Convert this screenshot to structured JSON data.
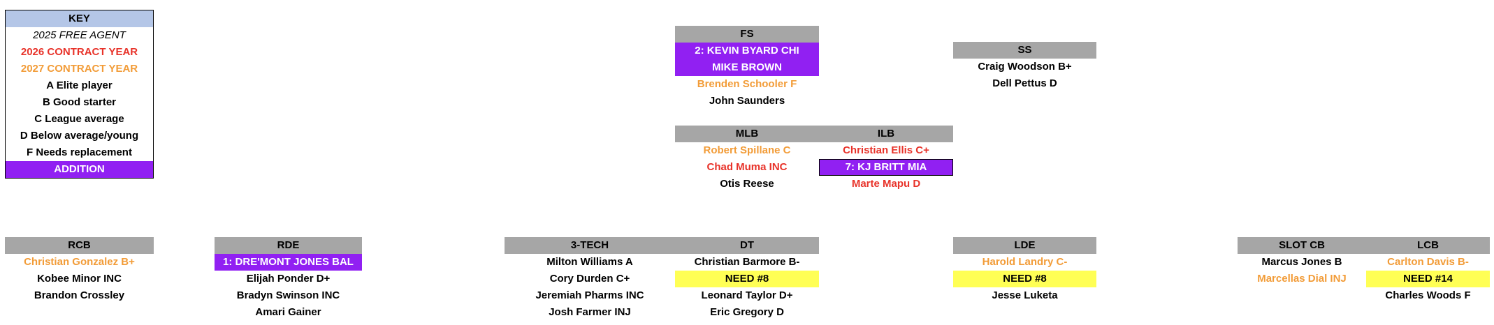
{
  "key": {
    "title": "KEY",
    "items": [
      {
        "text": "2025 FREE AGENT",
        "style": "italic"
      },
      {
        "text": "2026 CONTRACT YEAR",
        "style": "red"
      },
      {
        "text": "2027 CONTRACT YEAR",
        "style": "orange"
      },
      {
        "text": "A Elite player",
        "style": "black"
      },
      {
        "text": "B Good starter",
        "style": "black"
      },
      {
        "text": "C League average",
        "style": "black"
      },
      {
        "text": "D Below average/young",
        "style": "black"
      },
      {
        "text": "F Needs replacement",
        "style": "black"
      },
      {
        "text": "ADDITION",
        "style": "purple"
      }
    ]
  },
  "colors": {
    "header": "#a6a6a6",
    "addition": "#9120f2",
    "need": "#ffff55",
    "year2026": "#e8332a",
    "year2027": "#f29c38",
    "key_header": "#b4c6e7"
  },
  "positions": [
    {
      "id": "fs",
      "title": "FS",
      "players": [
        {
          "text": "2: KEVIN BYARD CHI",
          "style": "purple"
        },
        {
          "text": "MIKE BROWN",
          "style": "purple"
        },
        {
          "text": "Brenden Schooler F",
          "style": "orange"
        },
        {
          "text": "John Saunders",
          "style": "black"
        }
      ]
    },
    {
      "id": "ss",
      "title": "SS",
      "players": [
        {
          "text": "Craig Woodson B+",
          "style": "black"
        },
        {
          "text": "Dell Pettus D",
          "style": "black"
        }
      ]
    },
    {
      "id": "mlb",
      "title": "MLB",
      "players": [
        {
          "text": "Robert Spillane C",
          "style": "orange"
        },
        {
          "text": "Chad Muma INC",
          "style": "red"
        },
        {
          "text": "Otis Reese",
          "style": "black"
        }
      ]
    },
    {
      "id": "ilb",
      "title": "ILB",
      "players": [
        {
          "text": "Christian Ellis C+",
          "style": "red"
        },
        {
          "text": "7: KJ BRITT MIA",
          "style": "purple",
          "border": true
        },
        {
          "text": "Marte Mapu D",
          "style": "red"
        }
      ]
    },
    {
      "id": "rcb",
      "title": "RCB",
      "players": [
        {
          "text": "Christian Gonzalez B+",
          "style": "orange"
        },
        {
          "text": "Kobee Minor INC",
          "style": "black"
        },
        {
          "text": "Brandon Crossley",
          "style": "black"
        }
      ]
    },
    {
      "id": "rde",
      "title": "RDE",
      "players": [
        {
          "text": "1: DRE'MONT JONES BAL",
          "style": "purple"
        },
        {
          "text": "Elijah Ponder D+",
          "style": "black"
        },
        {
          "text": "Bradyn Swinson INC",
          "style": "black"
        },
        {
          "text": "Amari Gainer",
          "style": "black"
        }
      ]
    },
    {
      "id": "three-tech",
      "title": "3-TECH",
      "players": [
        {
          "text": "Milton Williams A",
          "style": "black"
        },
        {
          "text": "Cory Durden C+",
          "style": "black"
        },
        {
          "text": "Jeremiah Pharms INC",
          "style": "black"
        },
        {
          "text": "Josh Farmer INJ",
          "style": "black"
        }
      ]
    },
    {
      "id": "dt",
      "title": "DT",
      "players": [
        {
          "text": "Christian Barmore B-",
          "style": "black"
        },
        {
          "text": "NEED #8",
          "style": "yellow"
        },
        {
          "text": "Leonard Taylor D+",
          "style": "black"
        },
        {
          "text": "Eric Gregory D",
          "style": "black"
        }
      ]
    },
    {
      "id": "lde",
      "title": "LDE",
      "players": [
        {
          "text": "Harold Landry C-",
          "style": "orange"
        },
        {
          "text": "NEED #8",
          "style": "yellow"
        },
        {
          "text": "Jesse Luketa",
          "style": "black"
        }
      ]
    },
    {
      "id": "slot-cb",
      "title": "SLOT CB",
      "players": [
        {
          "text": "Marcus Jones B",
          "style": "black"
        },
        {
          "text": "Marcellas Dial INJ",
          "style": "orange"
        }
      ]
    },
    {
      "id": "lcb",
      "title": "LCB",
      "players": [
        {
          "text": "Carlton Davis B-",
          "style": "orange"
        },
        {
          "text": "NEED #14",
          "style": "yellow"
        },
        {
          "text": "Charles Woods F",
          "style": "black"
        }
      ]
    }
  ]
}
